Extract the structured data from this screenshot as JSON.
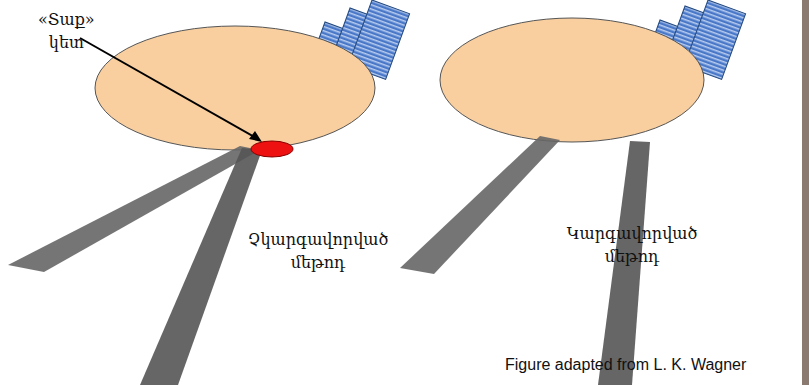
{
  "diagram": {
    "labels": [
      "«Տաք» կետ",
      "Չկարգավորված մեթոդ",
      "Կարգավորված մեթոդ",
      "Figure adapted from L. K. Wagner"
    ]
  }
}
